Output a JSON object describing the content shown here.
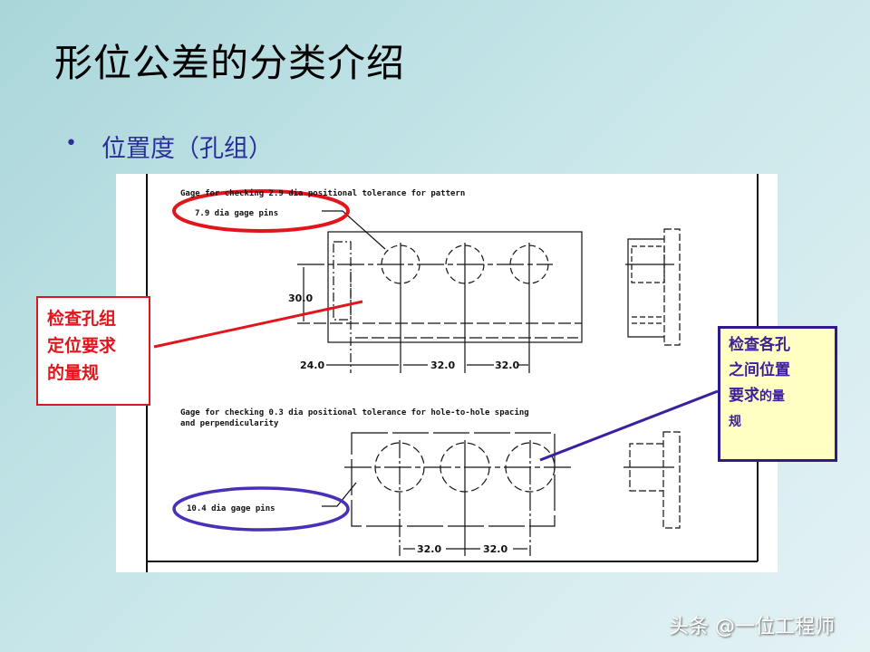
{
  "slide": {
    "title": "形位公差的分类介绍",
    "bullet": "位置度（孔组）"
  },
  "drawing": {
    "top_caption": "Gage for checking 2.9 dia positional tolerance for pattern",
    "top_pins_label": "7.9 dia gage pins",
    "top_dim_height": "30.0",
    "top_dim_offset": "24.0",
    "top_dim_spacing_1": "32.0",
    "top_dim_spacing_2": "32.0",
    "bottom_caption_line1": "Gage for checking 0.3 dia positional tolerance for hole-to-hole spacing",
    "bottom_caption_line2": "and perpendicularity",
    "bottom_pins_label": "10.4 dia gage pins",
    "bottom_dim_spacing_1": "32.0",
    "bottom_dim_spacing_2": "32.0"
  },
  "callouts": {
    "red": {
      "line1": "检查孔组",
      "line2": "定位要求",
      "line3": "的量规",
      "color": "#e0161c"
    },
    "purple": {
      "line1": "检查各孔",
      "line2": "之间位置",
      "line3a": "要求",
      "line3b": "的量",
      "line4": "规",
      "color": "#3b1f9c"
    }
  },
  "watermark": "头条 @一位工程师"
}
